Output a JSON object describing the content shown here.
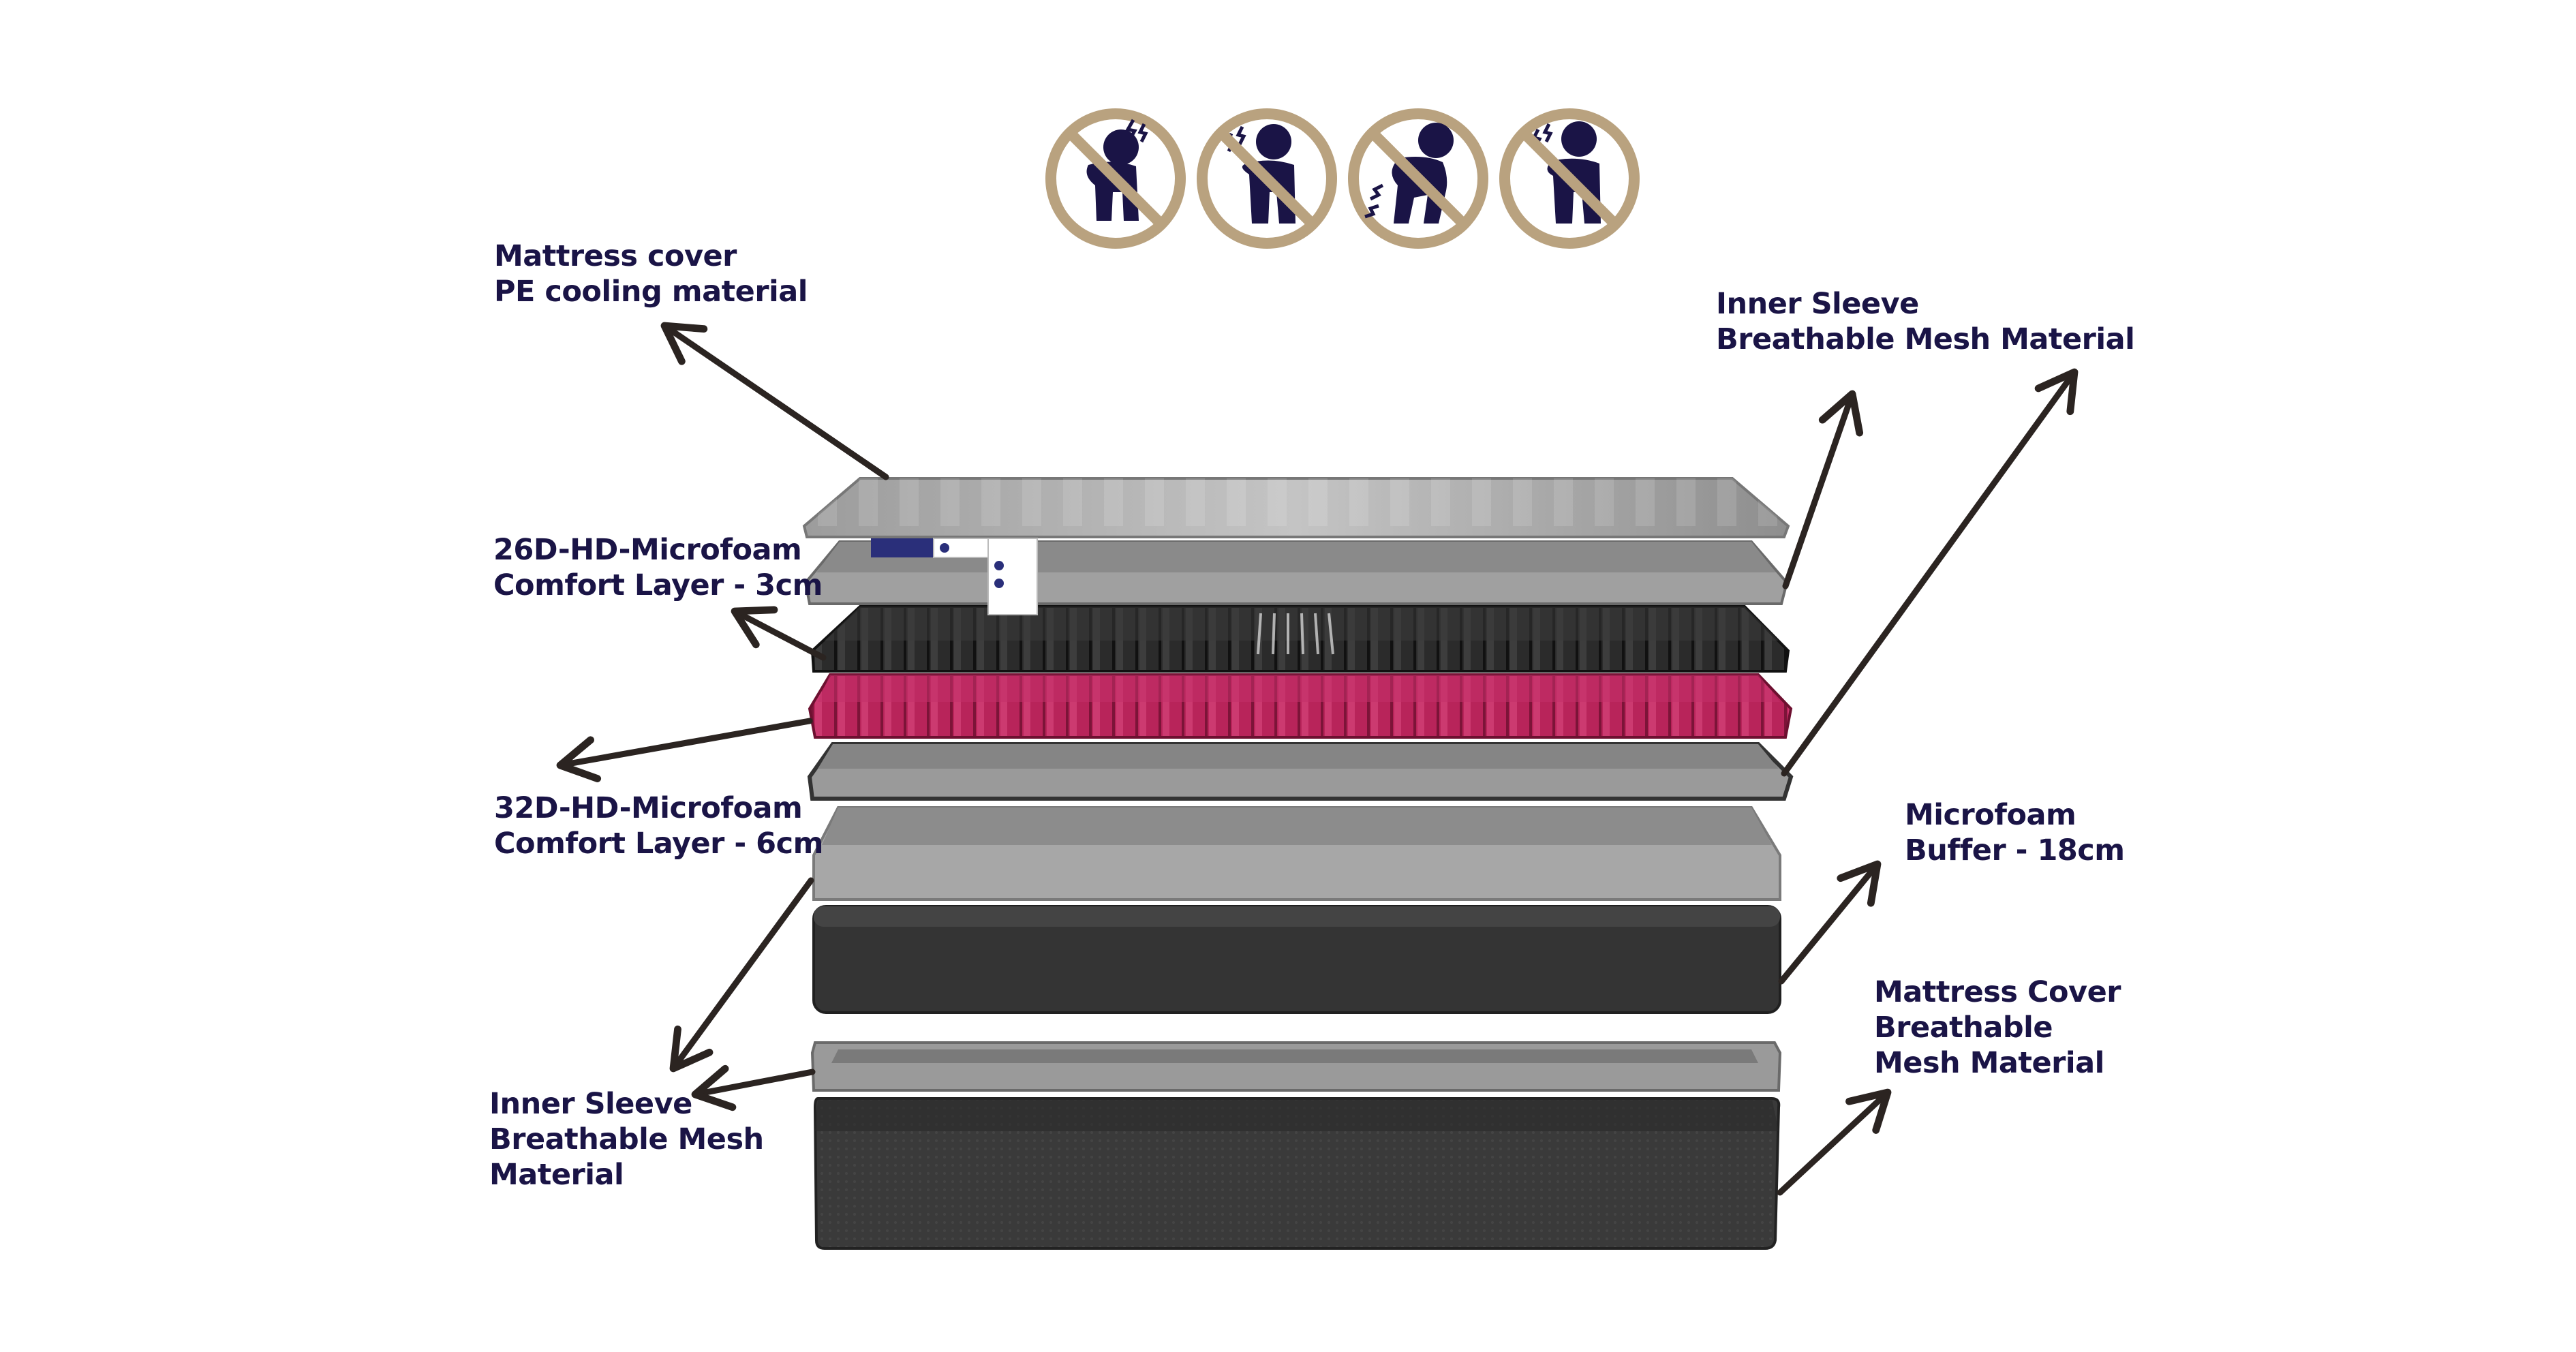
{
  "colors": {
    "label_text": "#1a1446",
    "arrow": "#2b2421",
    "icon_ring": "#b9a27f",
    "icon_figure": "#1a1446",
    "foam_pink": "#b8245a",
    "foam_black": "#2f2f2f",
    "mesh_grey": "#8a8a8a"
  },
  "icons": [
    {
      "name": "no-neck-pain-icon"
    },
    {
      "name": "no-shoulder-pain-icon"
    },
    {
      "name": "no-back-pain-icon"
    },
    {
      "name": "no-chest-pain-icon"
    }
  ],
  "labels": {
    "top_cover": [
      "Mattress cover",
      "PE cooling material"
    ],
    "inner_sleeve_right": [
      "Inner Sleeve",
      "Breathable Mesh Material"
    ],
    "comfort_3cm": [
      "26D-HD-Microfoam",
      "Comfort Layer - 3cm"
    ],
    "comfort_6cm": [
      "32D-HD-Microfoam",
      "Comfort Layer - 6cm"
    ],
    "buffer": [
      "Microfoam",
      "Buffer - 18cm"
    ],
    "bottom_cover": [
      "Mattress Cover",
      "Breathable",
      "Mesh Material"
    ],
    "inner_sleeve_left": [
      "Inner Sleeve",
      "Breathable Mesh",
      "Material"
    ]
  }
}
